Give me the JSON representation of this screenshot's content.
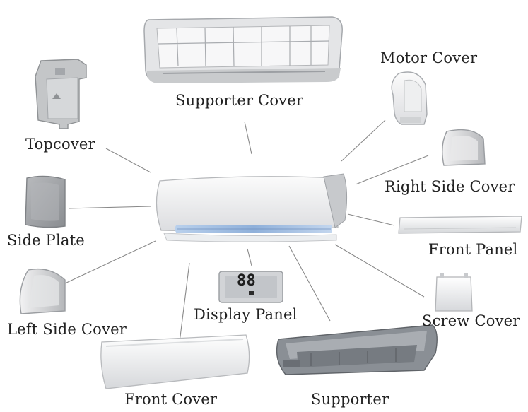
{
  "parts": {
    "supporter_cover": "Supporter Cover",
    "motor_cover": "Motor Cover",
    "topcover": "Topcover",
    "right_side_cover": "Right Side Cover",
    "side_plate": "Side Plate",
    "front_panel": "Front Panel",
    "left_side_cover": "Left Side Cover",
    "display_panel": "Display Panel",
    "screw_cover": "Screw Cover",
    "front_cover": "Front Cover",
    "supporter": "Supporter"
  },
  "display": {
    "digits": "88"
  },
  "colors": {
    "line": "#8a8a8a",
    "part_light": "#e8e9ea",
    "part_mid": "#c9cbcd",
    "part_dark": "#8f9295",
    "vent_blue": "#9db9dd",
    "supporter_grey": "#7d8289"
  }
}
